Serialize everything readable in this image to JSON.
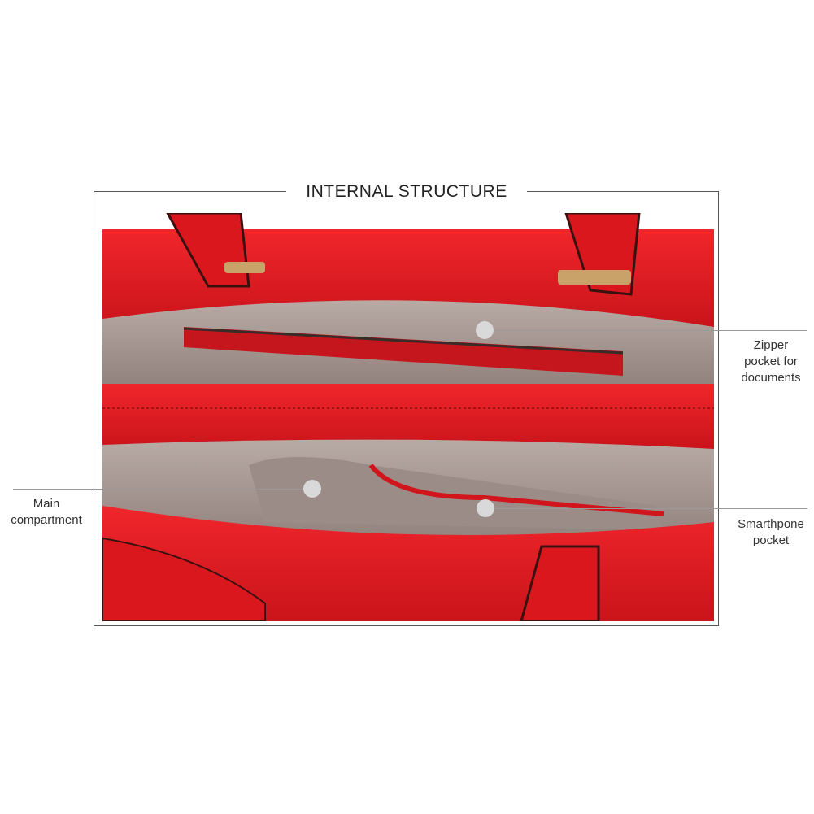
{
  "heading": "INTERNAL STRUCTURE",
  "callouts": {
    "zipper": {
      "line1": "Zipper",
      "line2": "pocket for",
      "line3": "documents"
    },
    "main": {
      "line1": "Main",
      "line2": "compartment"
    },
    "phone": {
      "line1": "Smarthpone",
      "line2": "pocket"
    }
  },
  "colors": {
    "bag_red": "#e11b22",
    "lining": "#a49590",
    "frame": "#555555"
  }
}
